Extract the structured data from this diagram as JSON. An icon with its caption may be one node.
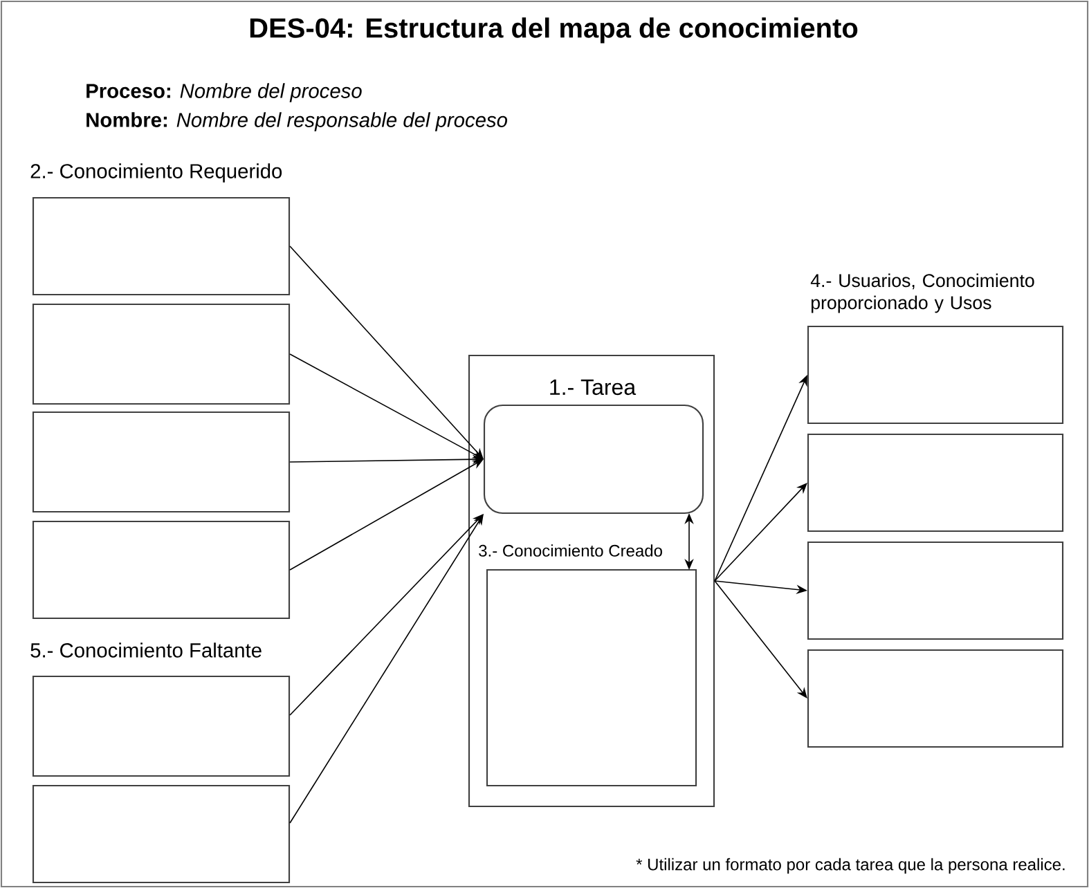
{
  "diagram": {
    "title": "DES-04: Estructura del mapa de conocimiento",
    "nodes": [
      {
        "text": [],
        "shape": "box"
      },
      {
        "text": [
          "1.- Tarea"
        ],
        "in": 0
      },
      {
        "text": [
          "3.- Conocimiento Creado"
        ],
        "in": 0
      },
      {
        "text": [],
        "shape": "box"
      },
      {
        "text": [],
        "shape": "box"
      },
      {
        "text": [],
        "shape": "box"
      },
      {
        "text": [],
        "shape": "box"
      },
      {
        "text": [],
        "shape": "box"
      },
      {
        "text": [],
        "shape": "box"
      },
      {
        "text": [],
        "shape": "box"
      },
      {
        "text": [],
        "shape": "box"
      },
      {
        "text": [],
        "shape": "box"
      },
      {
        "text": [],
        "shape": "box"
      }
    ],
    "edges": [
      {
        "from": 3,
        "to": 1,
        "arrow": "to"
      },
      {
        "from": 4,
        "to": 1,
        "arrow": "to"
      },
      {
        "from": 5,
        "to": 1,
        "arrow": "to"
      },
      {
        "from": 6,
        "to": 1,
        "arrow": "to"
      },
      {
        "from": 7,
        "to": 1,
        "arrow": "to"
      },
      {
        "from": 8,
        "to": 1,
        "arrow": "to"
      },
      {
        "from": 1,
        "to": 2,
        "arrow": "both"
      },
      {
        "from": 0,
        "to": 9,
        "arrow": "to"
      },
      {
        "from": 0,
        "to": 10,
        "arrow": "to"
      },
      {
        "from": 0,
        "to": 11,
        "arrow": "to"
      },
      {
        "from": 0,
        "to": 12,
        "arrow": "to"
      }
    ],
    "labels": [
      "**Proceso:** *Nombre del proceso*",
      "**Nombre:** *Nombre del responsable del proceso*",
      "2.- Conocimiento Requerido",
      "4.- Usuarios, Conocimiento proporcionado y Usos",
      "5.- Conocimiento Faltante",
      "* Utilizar un formato por cada tarea que la persona realice."
    ]
  }
}
